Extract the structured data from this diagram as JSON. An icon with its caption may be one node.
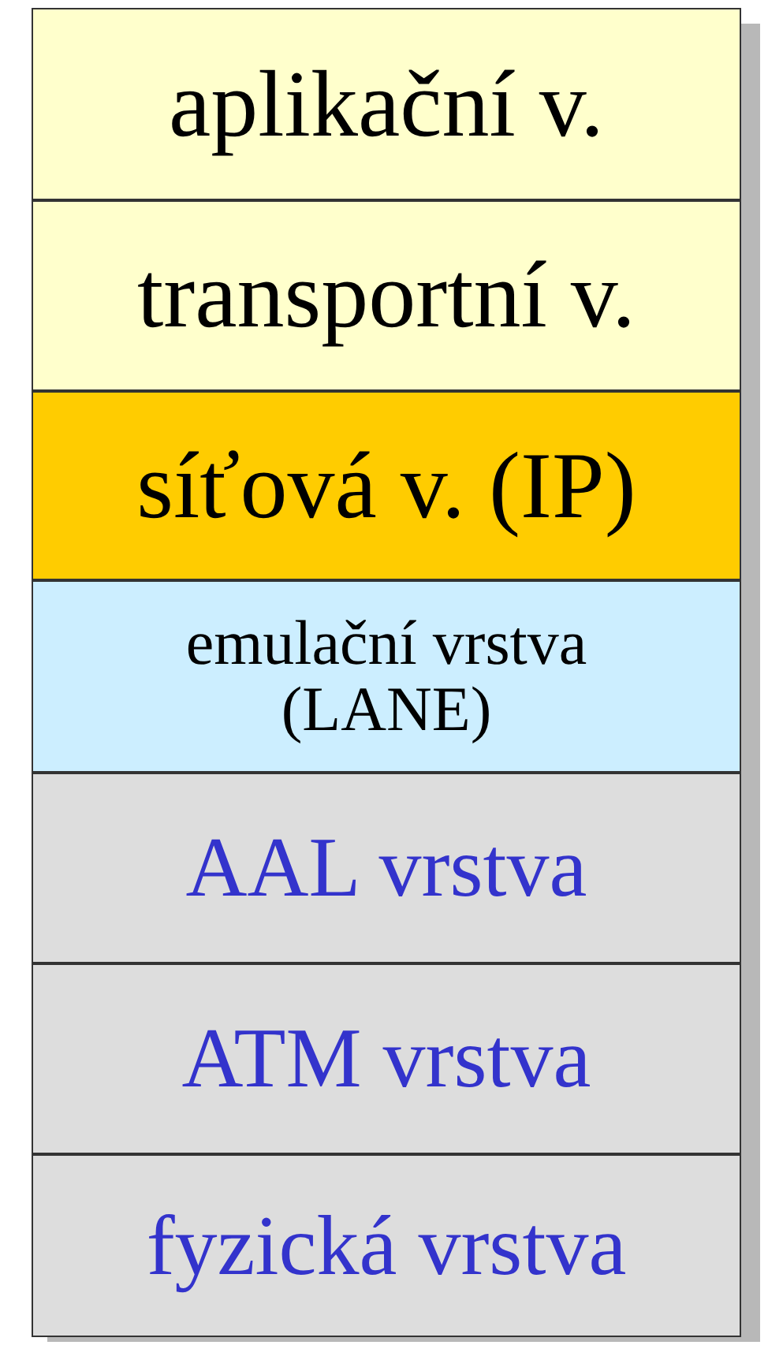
{
  "diagram": {
    "nodes": [
      {
        "text": [
          "aplikační v."
        ]
      },
      {
        "text": [
          "transportní v."
        ]
      },
      {
        "text": [
          "síťová v. (IP)"
        ]
      },
      {
        "text": [
          "emulační vrstva (LANE)"
        ]
      },
      {
        "text": [
          "AAL vrstva"
        ]
      },
      {
        "text": [
          "ATM vrstva"
        ]
      },
      {
        "text": [
          "fyzická vrstva"
        ]
      }
    ],
    "edges": []
  }
}
